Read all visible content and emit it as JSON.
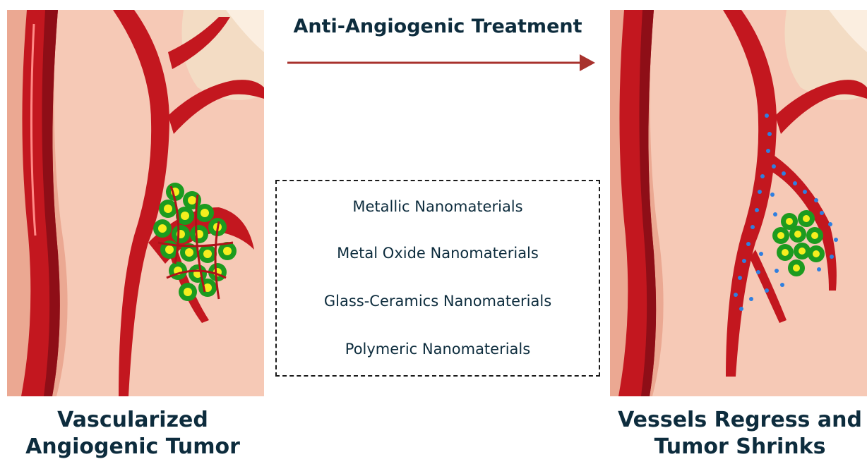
{
  "treatment": {
    "title": "Anti-Angiogenic Treatment",
    "arrow_color": "#a8322d"
  },
  "panels": {
    "left": {
      "caption_line1": "Vascularized",
      "caption_line2": "Angiogenic Tumor"
    },
    "right": {
      "caption_line1": "Vessels Regress and",
      "caption_line2": "Tumor Shrinks"
    }
  },
  "nanomaterials": {
    "items": [
      "Metallic Nanomaterials",
      "Metal Oxide Nanomaterials",
      "Glass-Ceramics Nanomaterials",
      "Polymeric Nanomaterials"
    ]
  },
  "colors": {
    "skin": "#f6c9b6",
    "skin_dark": "#eba892",
    "vessel": "#c3171f",
    "vessel_dark": "#8e0e17",
    "tumor_cell": "#1c9b1f",
    "tumor_nucleus": "#f5ee1e",
    "nanoparticle": "#2f7fe0",
    "text": "#0d2c3d"
  }
}
